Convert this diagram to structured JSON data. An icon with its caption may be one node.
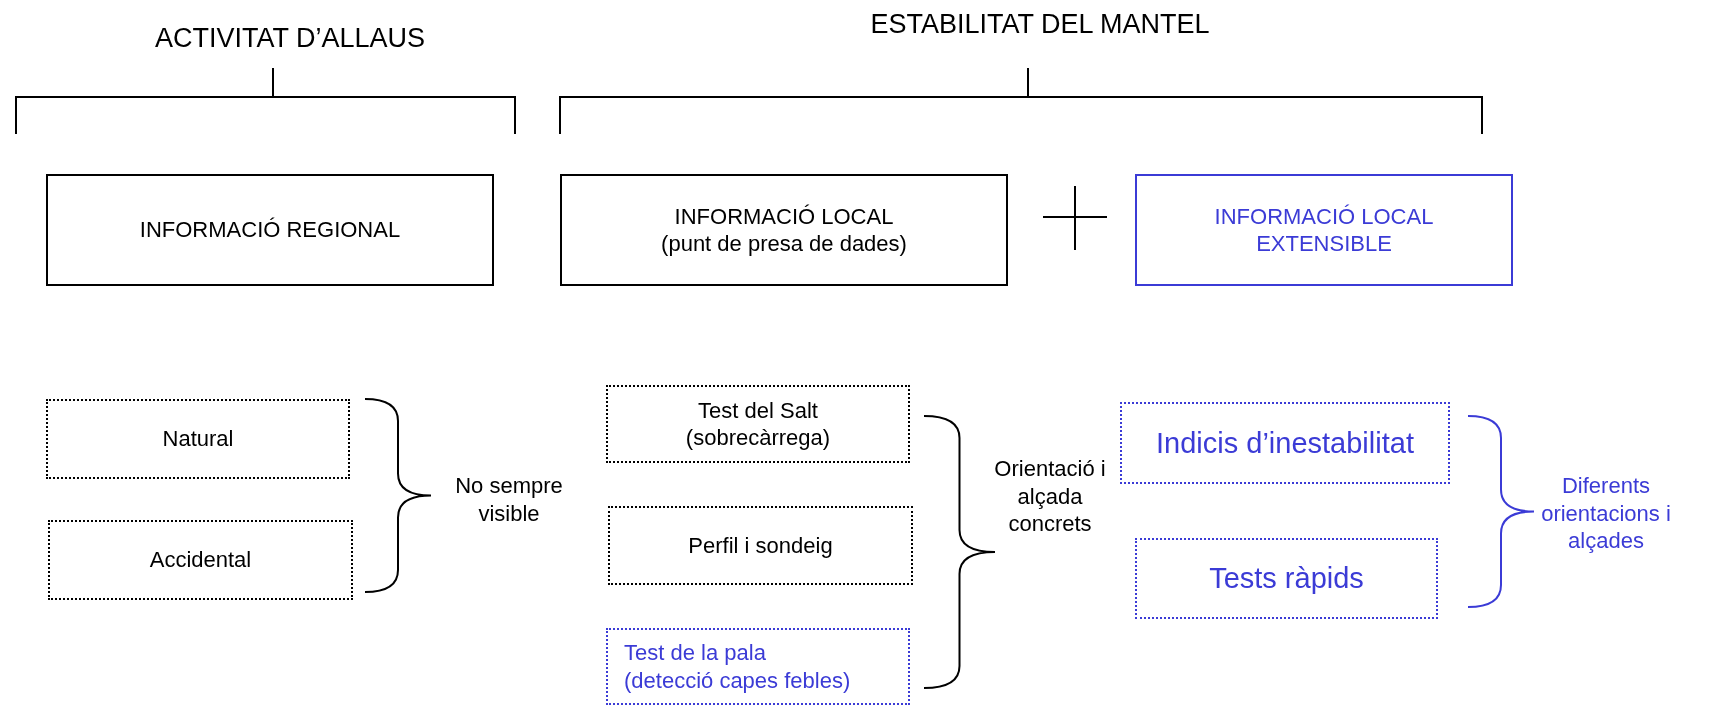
{
  "diagram": {
    "nodes": [
      {
        "text": [
          "INFORMACIÓ REGIONAL"
        ]
      },
      {
        "text": [
          "INFORMACIÓ LOCAL",
          "(punt de presa de dades)"
        ]
      },
      {
        "text": [
          "INFORMACIÓ LOCAL EXTENSIBLE"
        ]
      },
      {
        "text": [
          "Natural"
        ]
      },
      {
        "text": [
          "Accidental"
        ]
      },
      {
        "text": [
          "Test del Salt",
          "(sobrecàrrega)"
        ]
      },
      {
        "text": [
          "Perfil i sondeig"
        ]
      },
      {
        "text": [
          "Test de la pala",
          "(detecció capes febles)"
        ]
      },
      {
        "text": [
          "Indicis d’inestabilitat"
        ]
      },
      {
        "text": [
          "Tests ràpids"
        ]
      }
    ],
    "labels": [
      "ACTIVITAT D’ALLAUS",
      "ESTABILITAT DEL MANTEL",
      "No sempre visible",
      "Orientació i alçada concrets",
      "Diferents orientacions i alçades"
    ]
  }
}
